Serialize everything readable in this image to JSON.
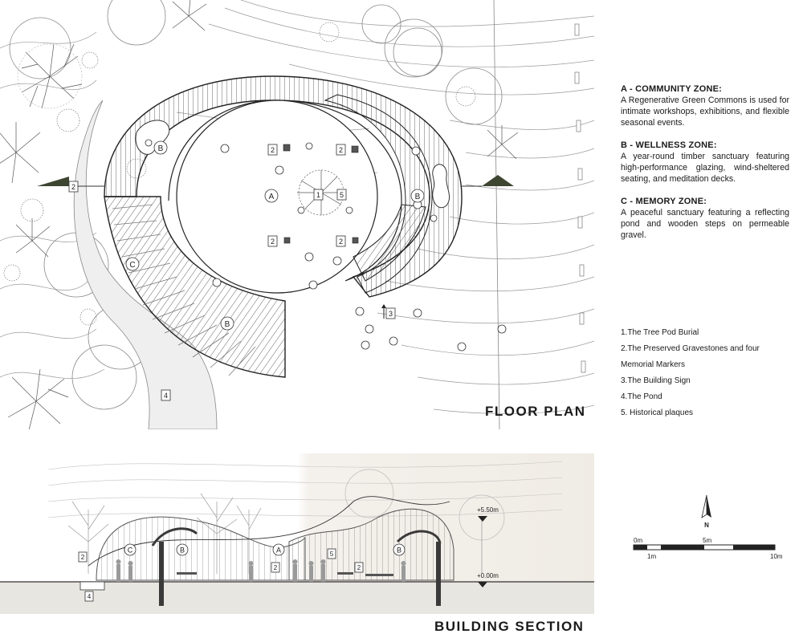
{
  "plan": {
    "title": "FLOOR PLAN",
    "zone_markers": {
      "a": "A",
      "b1": "B",
      "b2": "B",
      "b3": "B",
      "c": "C"
    },
    "item_markers": {
      "m1": "1",
      "m2a": "2",
      "m2b": "2",
      "m2c": "2",
      "m2d": "2",
      "m2e": "2",
      "m3": "3",
      "m4": "4",
      "m5": "5"
    }
  },
  "section": {
    "title": "BUILDING SECTION",
    "levels": {
      "top": "+5.50m",
      "ground": "+0.00m"
    },
    "zone_markers": {
      "c": "C",
      "b1": "B",
      "a": "A",
      "b2": "B"
    },
    "item_markers": {
      "m2a": "2",
      "m2b": "2",
      "m2c": "2",
      "m4": "4",
      "m5": "5"
    }
  },
  "zones": [
    {
      "title": "A - COMMUNITY ZONE:",
      "description": "A Regenerative Green Commons is used for intimate workshops, exhibitions, and flexible seasonal events."
    },
    {
      "title": "B - WELLNESS ZONE:",
      "description": "A year-round timber sanctuary featuring high-performance glazing, wind-sheltered seating, and meditation decks."
    },
    {
      "title": "C - MEMORY ZONE:",
      "description": "A peaceful sanctuary featuring a reflecting pond and wooden steps on permeable gravel."
    }
  ],
  "key": [
    "1.The Tree Pod Burial",
    "2.The Preserved Gravestones and four",
    "Memorial Markers",
    "3.The Building Sign",
    "4.The Pond",
    "5. Historical plaques"
  ],
  "north": {
    "label": "N"
  },
  "scale": {
    "labels_top": [
      "0m",
      "5m"
    ],
    "labels_bottom": [
      "1m",
      "10m"
    ]
  }
}
